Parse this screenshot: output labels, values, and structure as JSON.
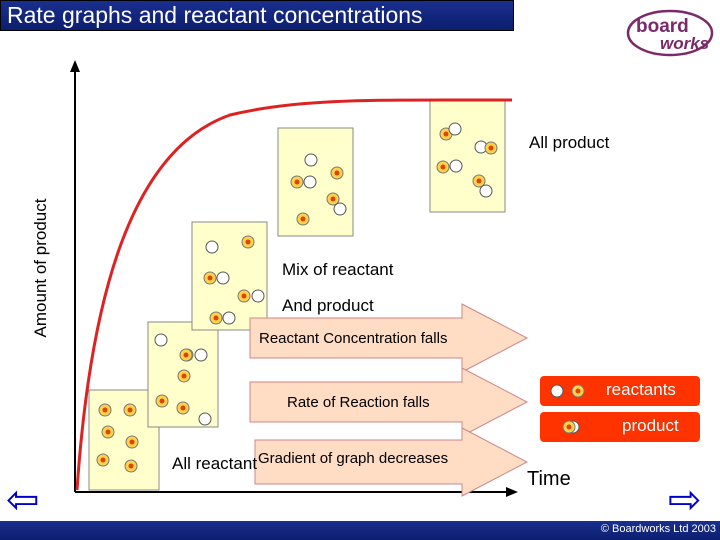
{
  "title": "Rate graphs and reactant concentrations",
  "logo": {
    "line1": "board",
    "line2": "works"
  },
  "chart_data": {
    "type": "line",
    "ylabel": "Amount of product",
    "xlabel": "Time",
    "curve_shape": "rising, levelling off",
    "curve_color": "#dd2222"
  },
  "labels": {
    "all_product": "All product",
    "mix_line1": "Mix of reactant",
    "mix_line2": "And product",
    "all_reactant": "All reactant"
  },
  "arrows": {
    "concentration": "Reactant Concentration falls",
    "rate": "Rate of Reaction falls",
    "gradient": "Gradient of graph decreases"
  },
  "legend": {
    "reactants": "reactants",
    "product": "product"
  },
  "colors": {
    "panel": "#ffffcc",
    "arrow": "#ffdcc4",
    "legend_bg": "#ff3300",
    "nav": "#0000cc"
  },
  "nav": {
    "prev_icon": "left-arrow-icon",
    "next_icon": "right-arrow-icon",
    "prev": "⇦",
    "next": "⇨"
  },
  "footer": {
    "copyright": "© Boardworks Ltd 2003"
  }
}
